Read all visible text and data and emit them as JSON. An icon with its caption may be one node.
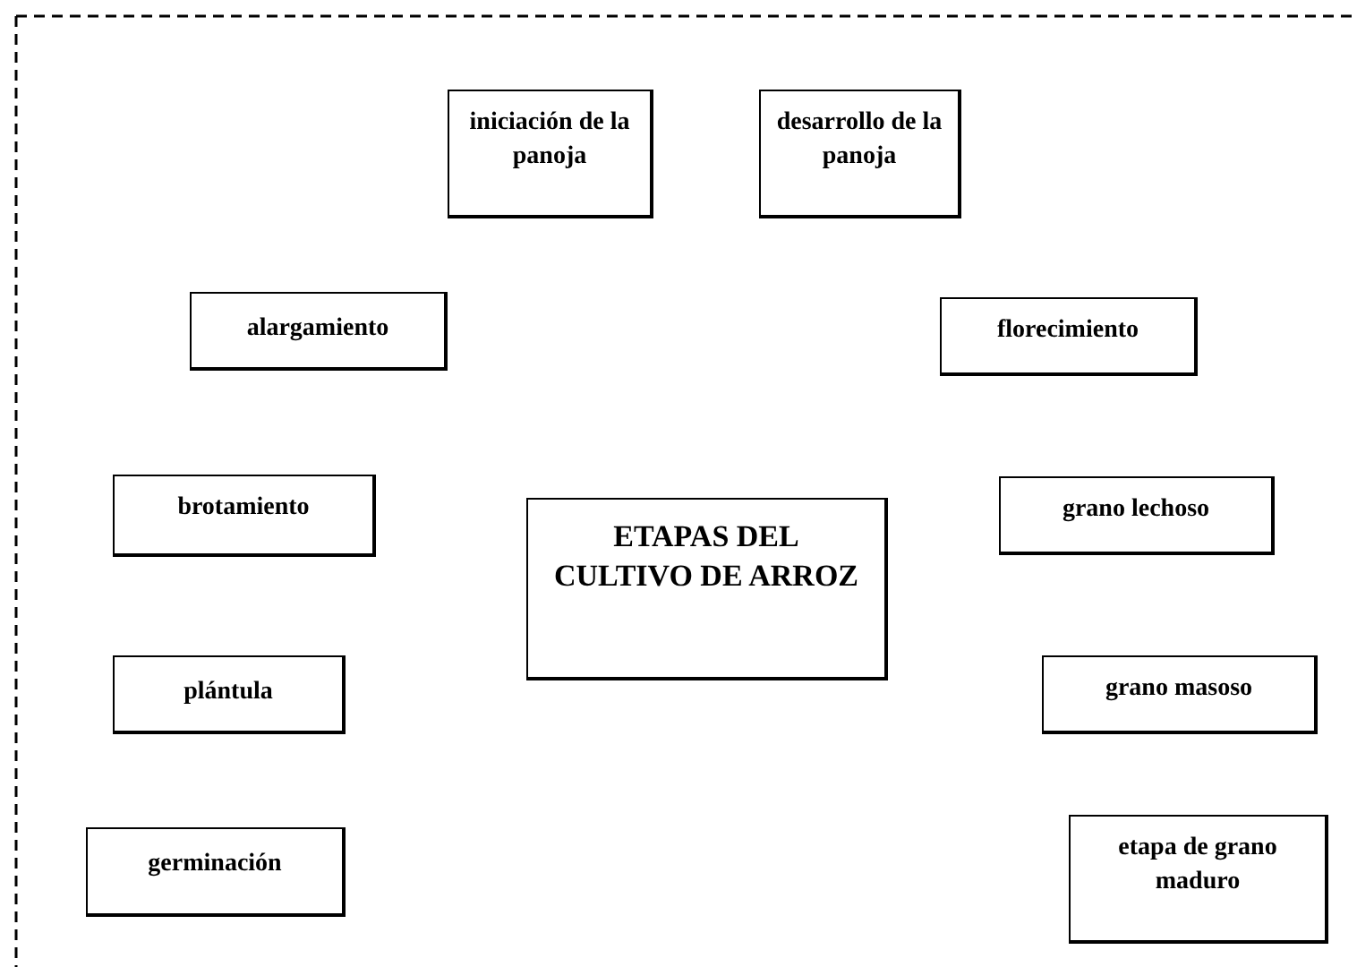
{
  "diagram": {
    "nodes": [
      {
        "text": [
          "iniciación de la panoja"
        ]
      },
      {
        "text": [
          "desarrollo de la panoja"
        ]
      },
      {
        "text": [
          "alargamiento"
        ]
      },
      {
        "text": [
          "florecimiento"
        ]
      },
      {
        "text": [
          "brotamiento"
        ]
      },
      {
        "text": [
          "ETAPAS DEL CULTIVO DE ARROZ"
        ]
      },
      {
        "text": [
          "grano lechoso"
        ]
      },
      {
        "text": [
          "plántula"
        ]
      },
      {
        "text": [
          "grano masoso"
        ]
      },
      {
        "text": [
          "germinación"
        ]
      },
      {
        "text": [
          "etapa de grano maduro"
        ]
      }
    ]
  }
}
